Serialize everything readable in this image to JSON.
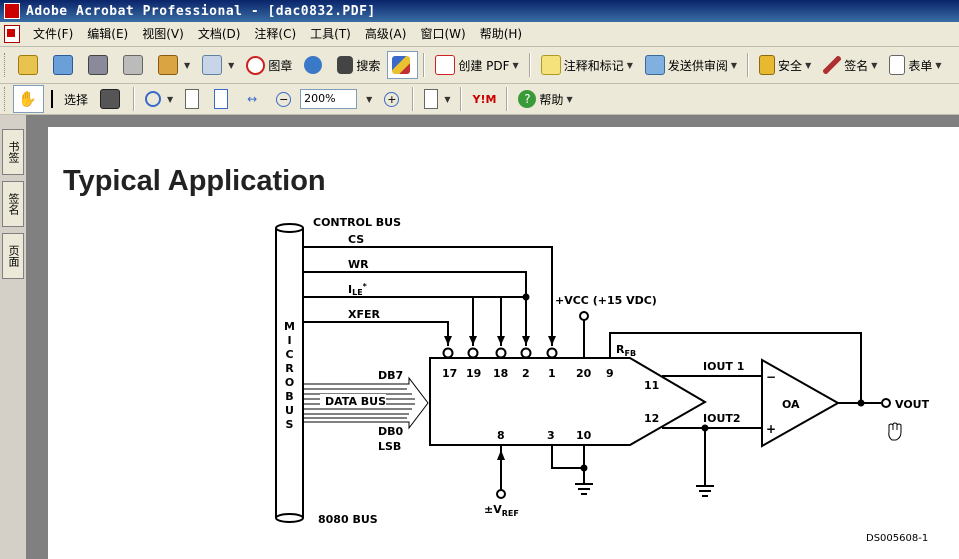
{
  "window": {
    "title": "Adobe Acrobat Professional - [dac0832.PDF]"
  },
  "menu": [
    "文件(F)",
    "编辑(E)",
    "视图(V)",
    "文档(D)",
    "注释(C)",
    "工具(T)",
    "高级(A)",
    "窗口(W)",
    "帮助(H)"
  ],
  "toolbar1": {
    "stamp_label": "图章",
    "search_label": "搜索",
    "create_pdf_label": "创建 PDF",
    "comment_label": "注释和标记",
    "review_label": "发送供审阅",
    "security_label": "安全",
    "sign_label": "签名",
    "forms_label": "表单"
  },
  "toolbar2": {
    "select_label": "选择",
    "zoom_value": "200%",
    "help_label": "帮助",
    "ym_label": "Y!M"
  },
  "side_tabs": [
    "书签",
    "签名",
    "页面"
  ],
  "document": {
    "heading": "Typical Application",
    "diagram": {
      "control_bus": "CONTROL BUS",
      "cs": "CS",
      "wr": "WR",
      "ile": "I",
      "ile_sub": "LE",
      "ile_star": "*",
      "xfer": "XFER",
      "microbus": [
        "M",
        "I",
        "C",
        "R",
        "O",
        "B",
        "U",
        "S"
      ],
      "db7": "DB7",
      "data_bus": "DATA BUS",
      "db0": "DB0",
      "lsb": "LSB",
      "bus8080": "8080 BUS",
      "vcc": "+VCC (+15 VDC)",
      "pins_top": [
        "17",
        "19",
        "18",
        "2",
        "1",
        "20",
        "9"
      ],
      "pins_bottom": [
        "8",
        "3",
        "10"
      ],
      "pin11": "11",
      "pin12": "12",
      "rfb": "R",
      "rfb_sub": "FB",
      "iout1": "IOUT 1",
      "iout2": "IOUT2",
      "oa": "OA",
      "vout": "VOUT",
      "vref": "±V",
      "vref_sub": "REF",
      "code": "DS005608-1"
    }
  }
}
